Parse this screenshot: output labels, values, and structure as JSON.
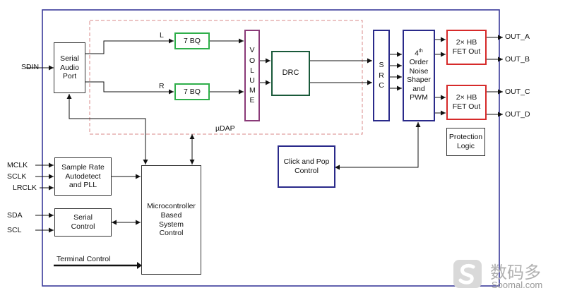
{
  "signals": {
    "sdin": "SDIN",
    "mclk": "MCLK",
    "sclk": "SCLK",
    "lrclk": "LRCLK",
    "sda": "SDA",
    "scl": "SCL",
    "out_a": "OUT_A",
    "out_b": "OUT_B",
    "out_c": "OUT_C",
    "out_d": "OUT_D",
    "ch_l": "L",
    "ch_r": "R",
    "terminal": "Terminal Control"
  },
  "region_label": "µDAP",
  "blocks": {
    "serial_audio_port": [
      "Serial",
      "Audio",
      "Port"
    ],
    "bq_left": "7 BQ",
    "bq_right": "7 BQ",
    "volume": "VOLUME",
    "drc": "DRC",
    "src": "SRC",
    "noise_shaper": {
      "sup_prefix": "4",
      "sup": "th",
      "lines": [
        "Order",
        "Noise",
        "Shaper",
        "and",
        "PWM"
      ]
    },
    "fet_top": [
      "2× HB",
      "FET Out"
    ],
    "fet_bottom": [
      "2× HB",
      "FET Out"
    ],
    "protection": [
      "Protection",
      "Logic"
    ],
    "click_pop": [
      "Click and Pop",
      "Control"
    ],
    "sample_rate": [
      "Sample Rate",
      "Autodetect",
      "and PLL"
    ],
    "serial_control": [
      "Serial",
      "Control"
    ],
    "microcontroller": [
      "Microcontroller",
      "Based",
      "System",
      "Control"
    ]
  },
  "watermark": {
    "name": "数码多",
    "url": "Soomal.com"
  },
  "colors": {
    "frame": "#3a3a9a",
    "dashed": "#d98a8a",
    "bq": "#2fae4a",
    "volume": "#8a3a78",
    "drc": "#1a5a3a",
    "src": "#2a2a8a",
    "fet": "#d62a2a",
    "dark": "#333333"
  }
}
